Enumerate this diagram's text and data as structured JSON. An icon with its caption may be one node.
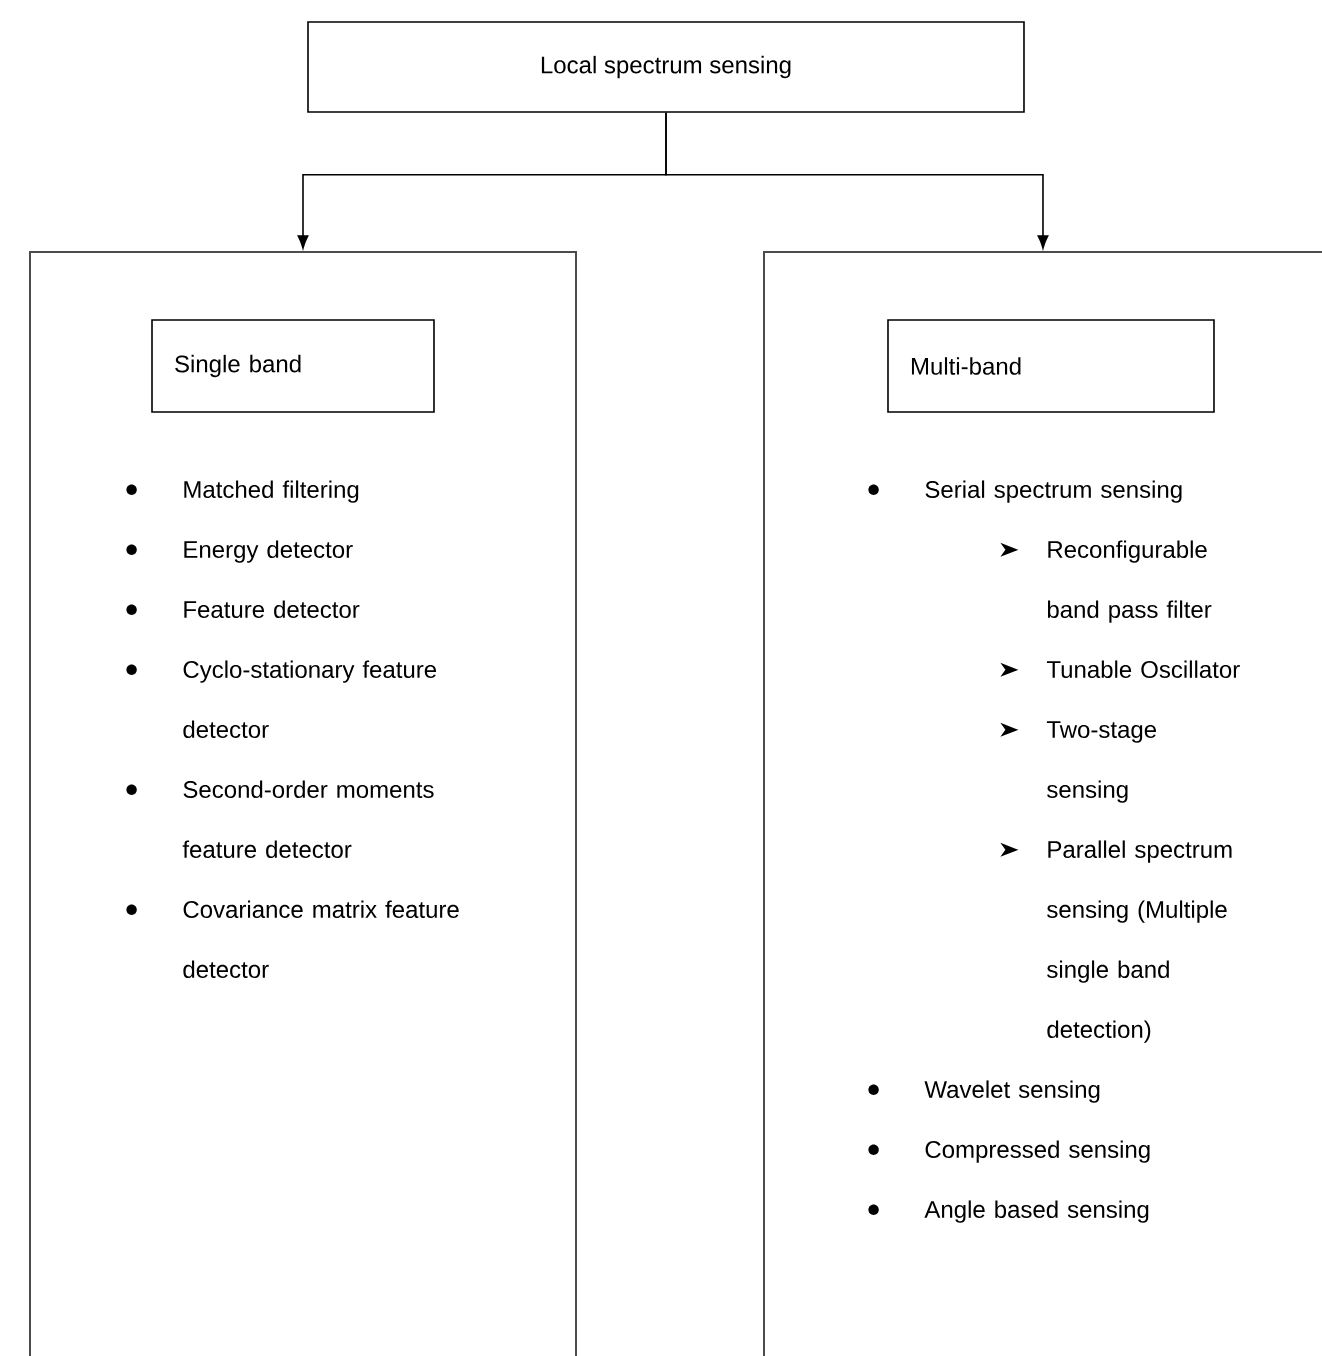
{
  "diagram": {
    "nodes": [
      {
        "text": [
          "Local spectrum sensing"
        ]
      },
      {
        "text": [
          "Matched filtering",
          "Energy detector",
          "Feature detector",
          "Cyclo-stationary feature detector",
          "Second-order moments feature detector",
          "Covariance matrix feature detector"
        ]
      },
      {
        "text": [
          "Single band"
        ],
        "in": 1
      },
      {
        "text": [
          "Serial spectrum sensing",
          "Reconfigurable band pass filter",
          "Tunable Oscillator",
          "Two-stage sensing",
          "Parallel spectrum sensing (Multiple single band detection)",
          "Wavelet sensing",
          "Compressed sensing",
          "Angle based sensing"
        ]
      },
      {
        "text": [
          "Multi-band"
        ],
        "in": 3
      }
    ],
    "edges": [
      {
        "from": 0,
        "to": 1,
        "arrow": "to"
      },
      {
        "from": 0,
        "to": 3,
        "arrow": "to"
      }
    ]
  }
}
